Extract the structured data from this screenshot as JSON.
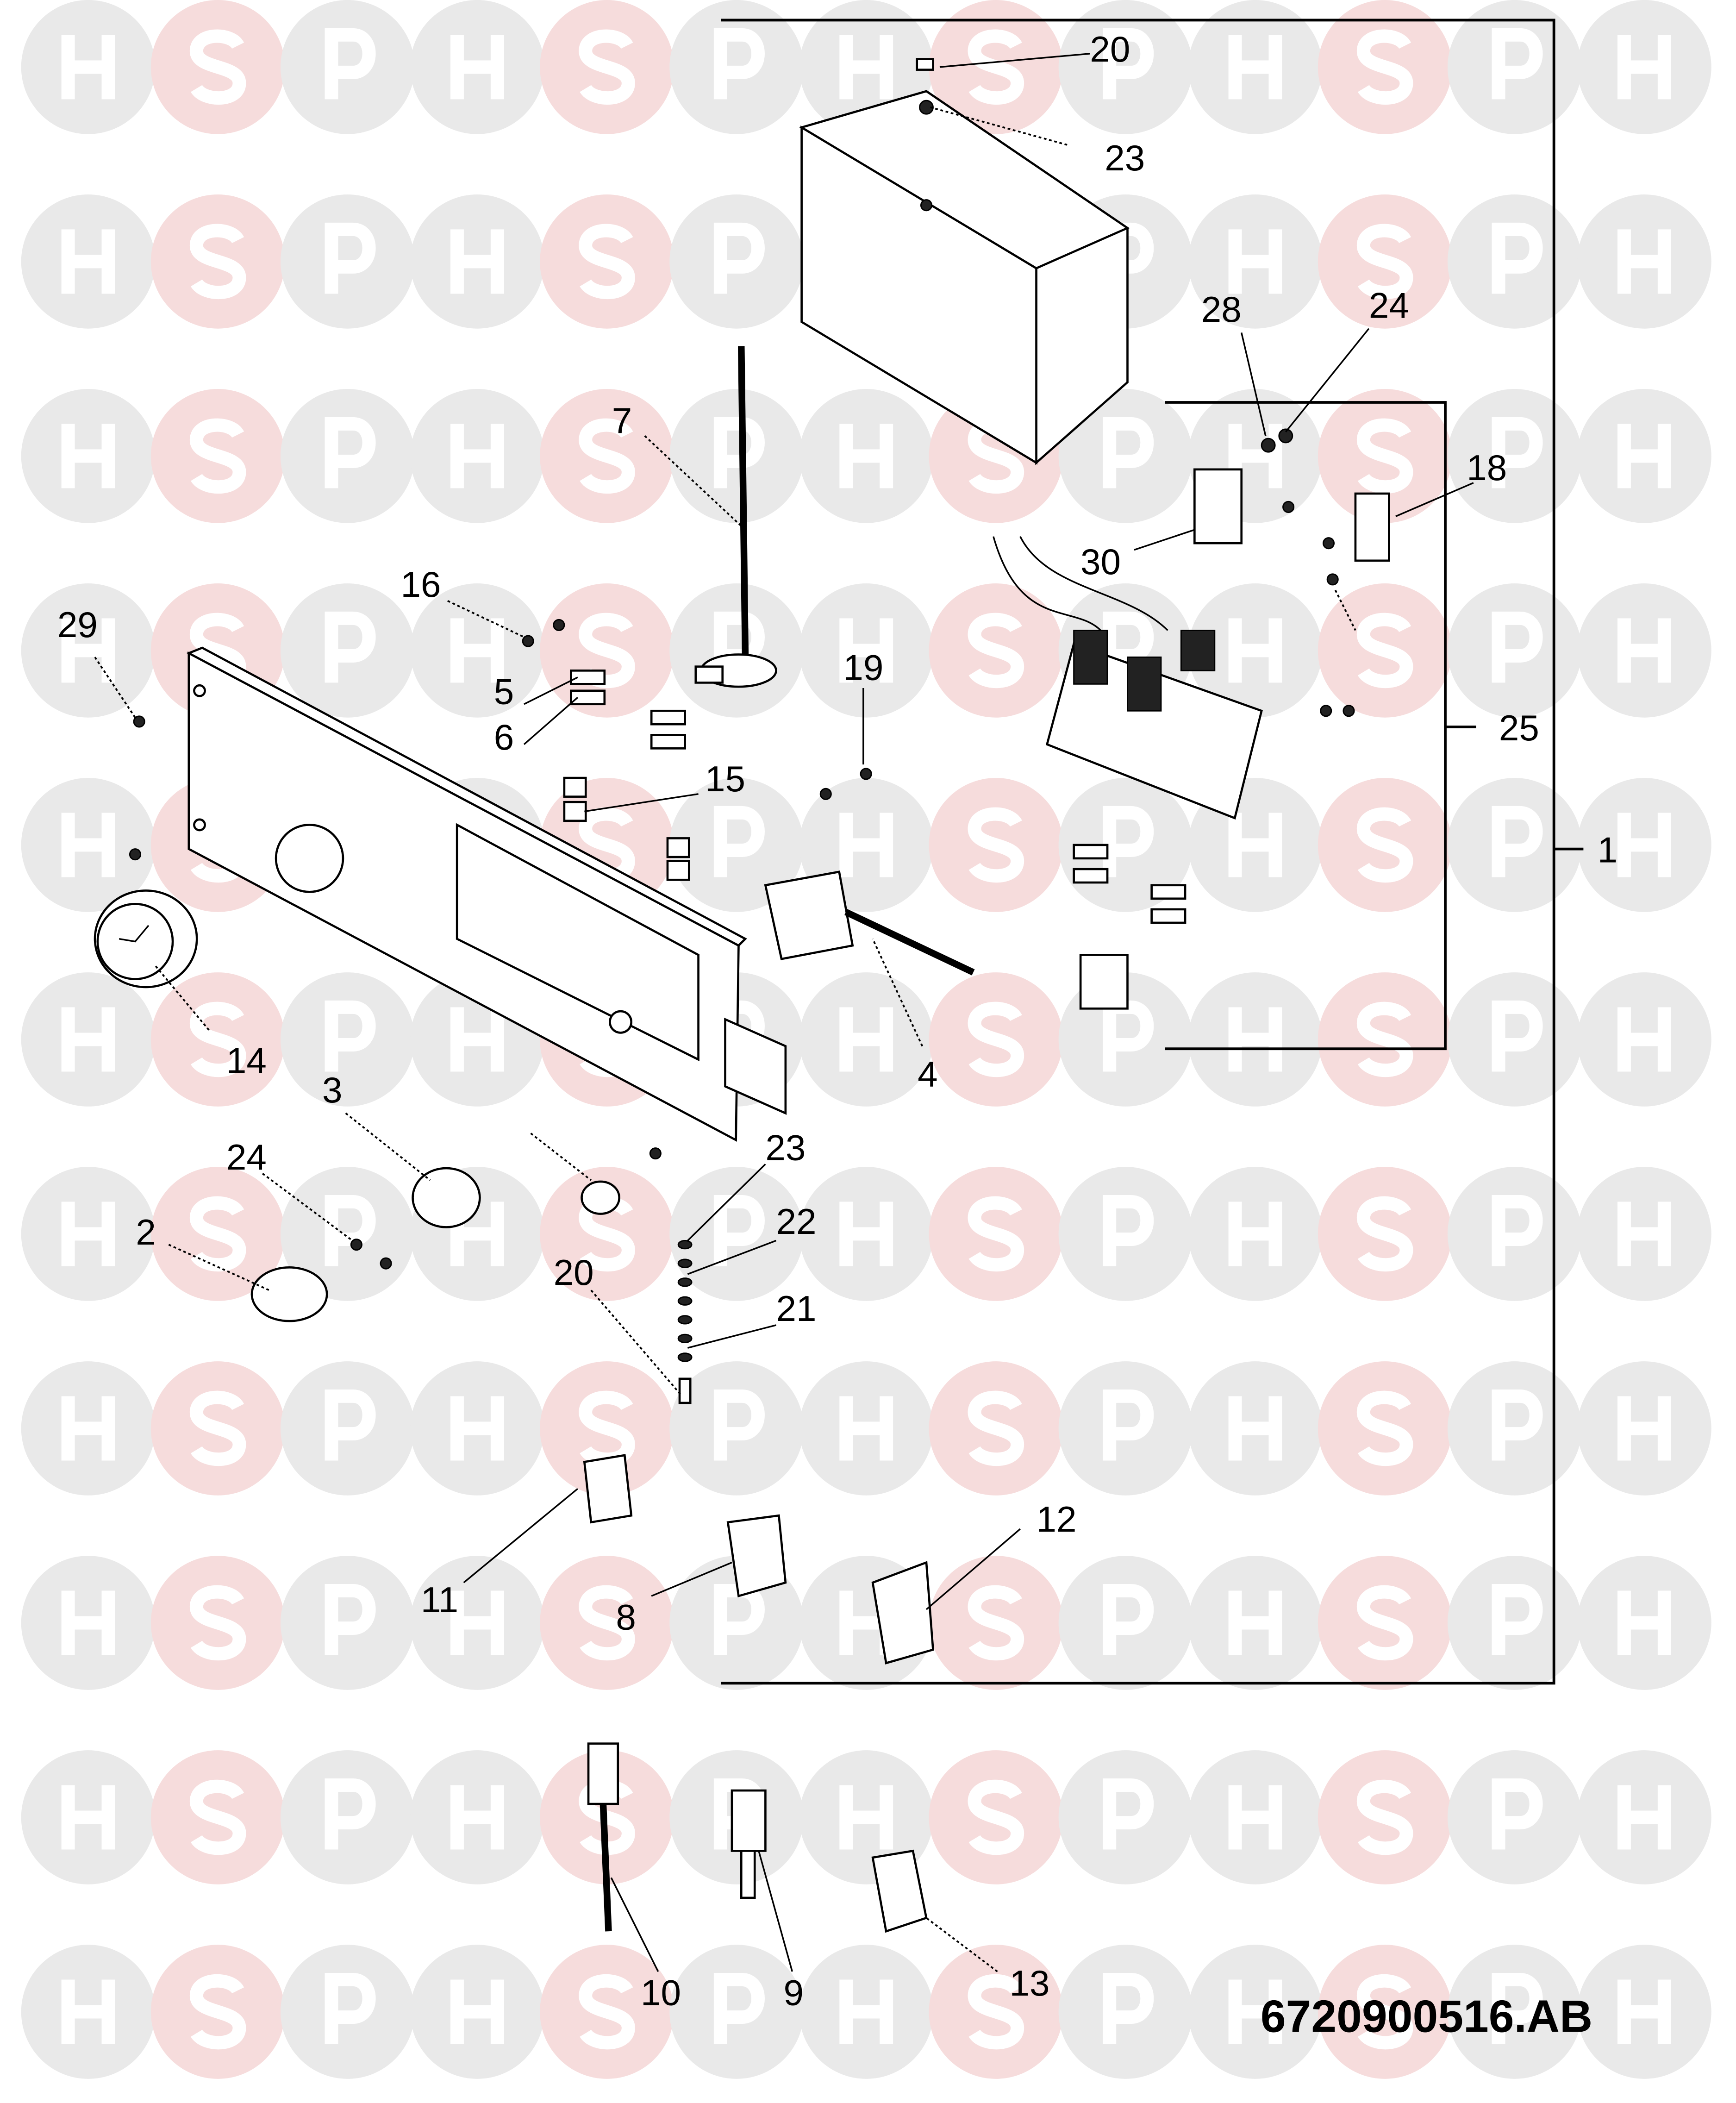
{
  "watermark": {
    "letters": [
      "H",
      "S",
      "P"
    ],
    "colors": {
      "H": "#e9e9e9",
      "S": "#f6dcdc",
      "P": "#e9e9e9",
      "letter": "#ffffff"
    }
  },
  "callouts": [
    "20",
    "23",
    "28",
    "24",
    "18",
    "30",
    "7",
    "16",
    "29",
    "5",
    "6",
    "19",
    "15",
    "25",
    "1",
    "14",
    "4",
    "3",
    "24",
    "23",
    "2",
    "22",
    "20",
    "21",
    "12",
    "11",
    "8",
    "10",
    "9",
    "13"
  ],
  "drawing_code": "6720900516.AB"
}
